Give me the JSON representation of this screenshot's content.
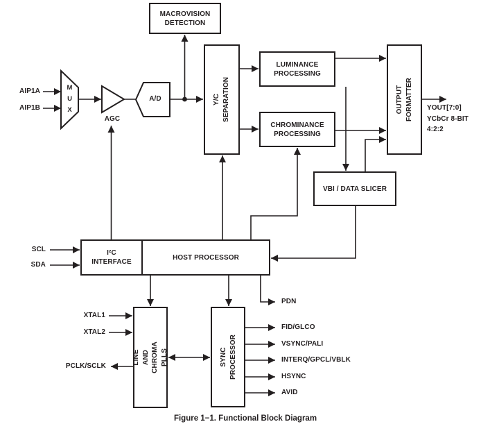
{
  "figure": {
    "caption": "Figure 1−1.  Functional Block Diagram"
  },
  "colors": {
    "line": "#231f20",
    "background": "#ffffff"
  },
  "blocks": {
    "macrovision": "MACROVISION\nDETECTION",
    "yc_separation": "Y/C SEPARATION",
    "luminance": "LUMINANCE\nPROCESSING",
    "chrominance": "CHROMINANCE\nPROCESSING",
    "output_formatter": "OUTPUT\nFORMATTER",
    "vbi_data_slicer": "VBI / DATA SLICER",
    "i2c_interface": "I²C\nINTERFACE",
    "host_processor": "HOST PROCESSOR",
    "line_chroma_plls": "LINE AND\nCHROMA PLLS",
    "sync_processor": "SYNC PROCESSOR",
    "mux": "M\nU\nX",
    "agc": "AGC",
    "adc": "A/D"
  },
  "signals": {
    "aip1a": "AIP1A",
    "aip1b": "AIP1B",
    "scl": "SCL",
    "sda": "SDA",
    "xtal1": "XTAL1",
    "xtal2": "XTAL2",
    "pclk_sclk": "PCLK/SCLK",
    "pdn": "PDN",
    "yout_bus": "YOUT[7:0]",
    "yout_format": "YCbCr 8-BIT",
    "yout_rate": "4:2:2",
    "sync_outputs": [
      "FID/GLCO",
      "VSYNC/PALI",
      "INTERQ/GPCL/VBLK",
      "HSYNC",
      "AVID"
    ]
  }
}
